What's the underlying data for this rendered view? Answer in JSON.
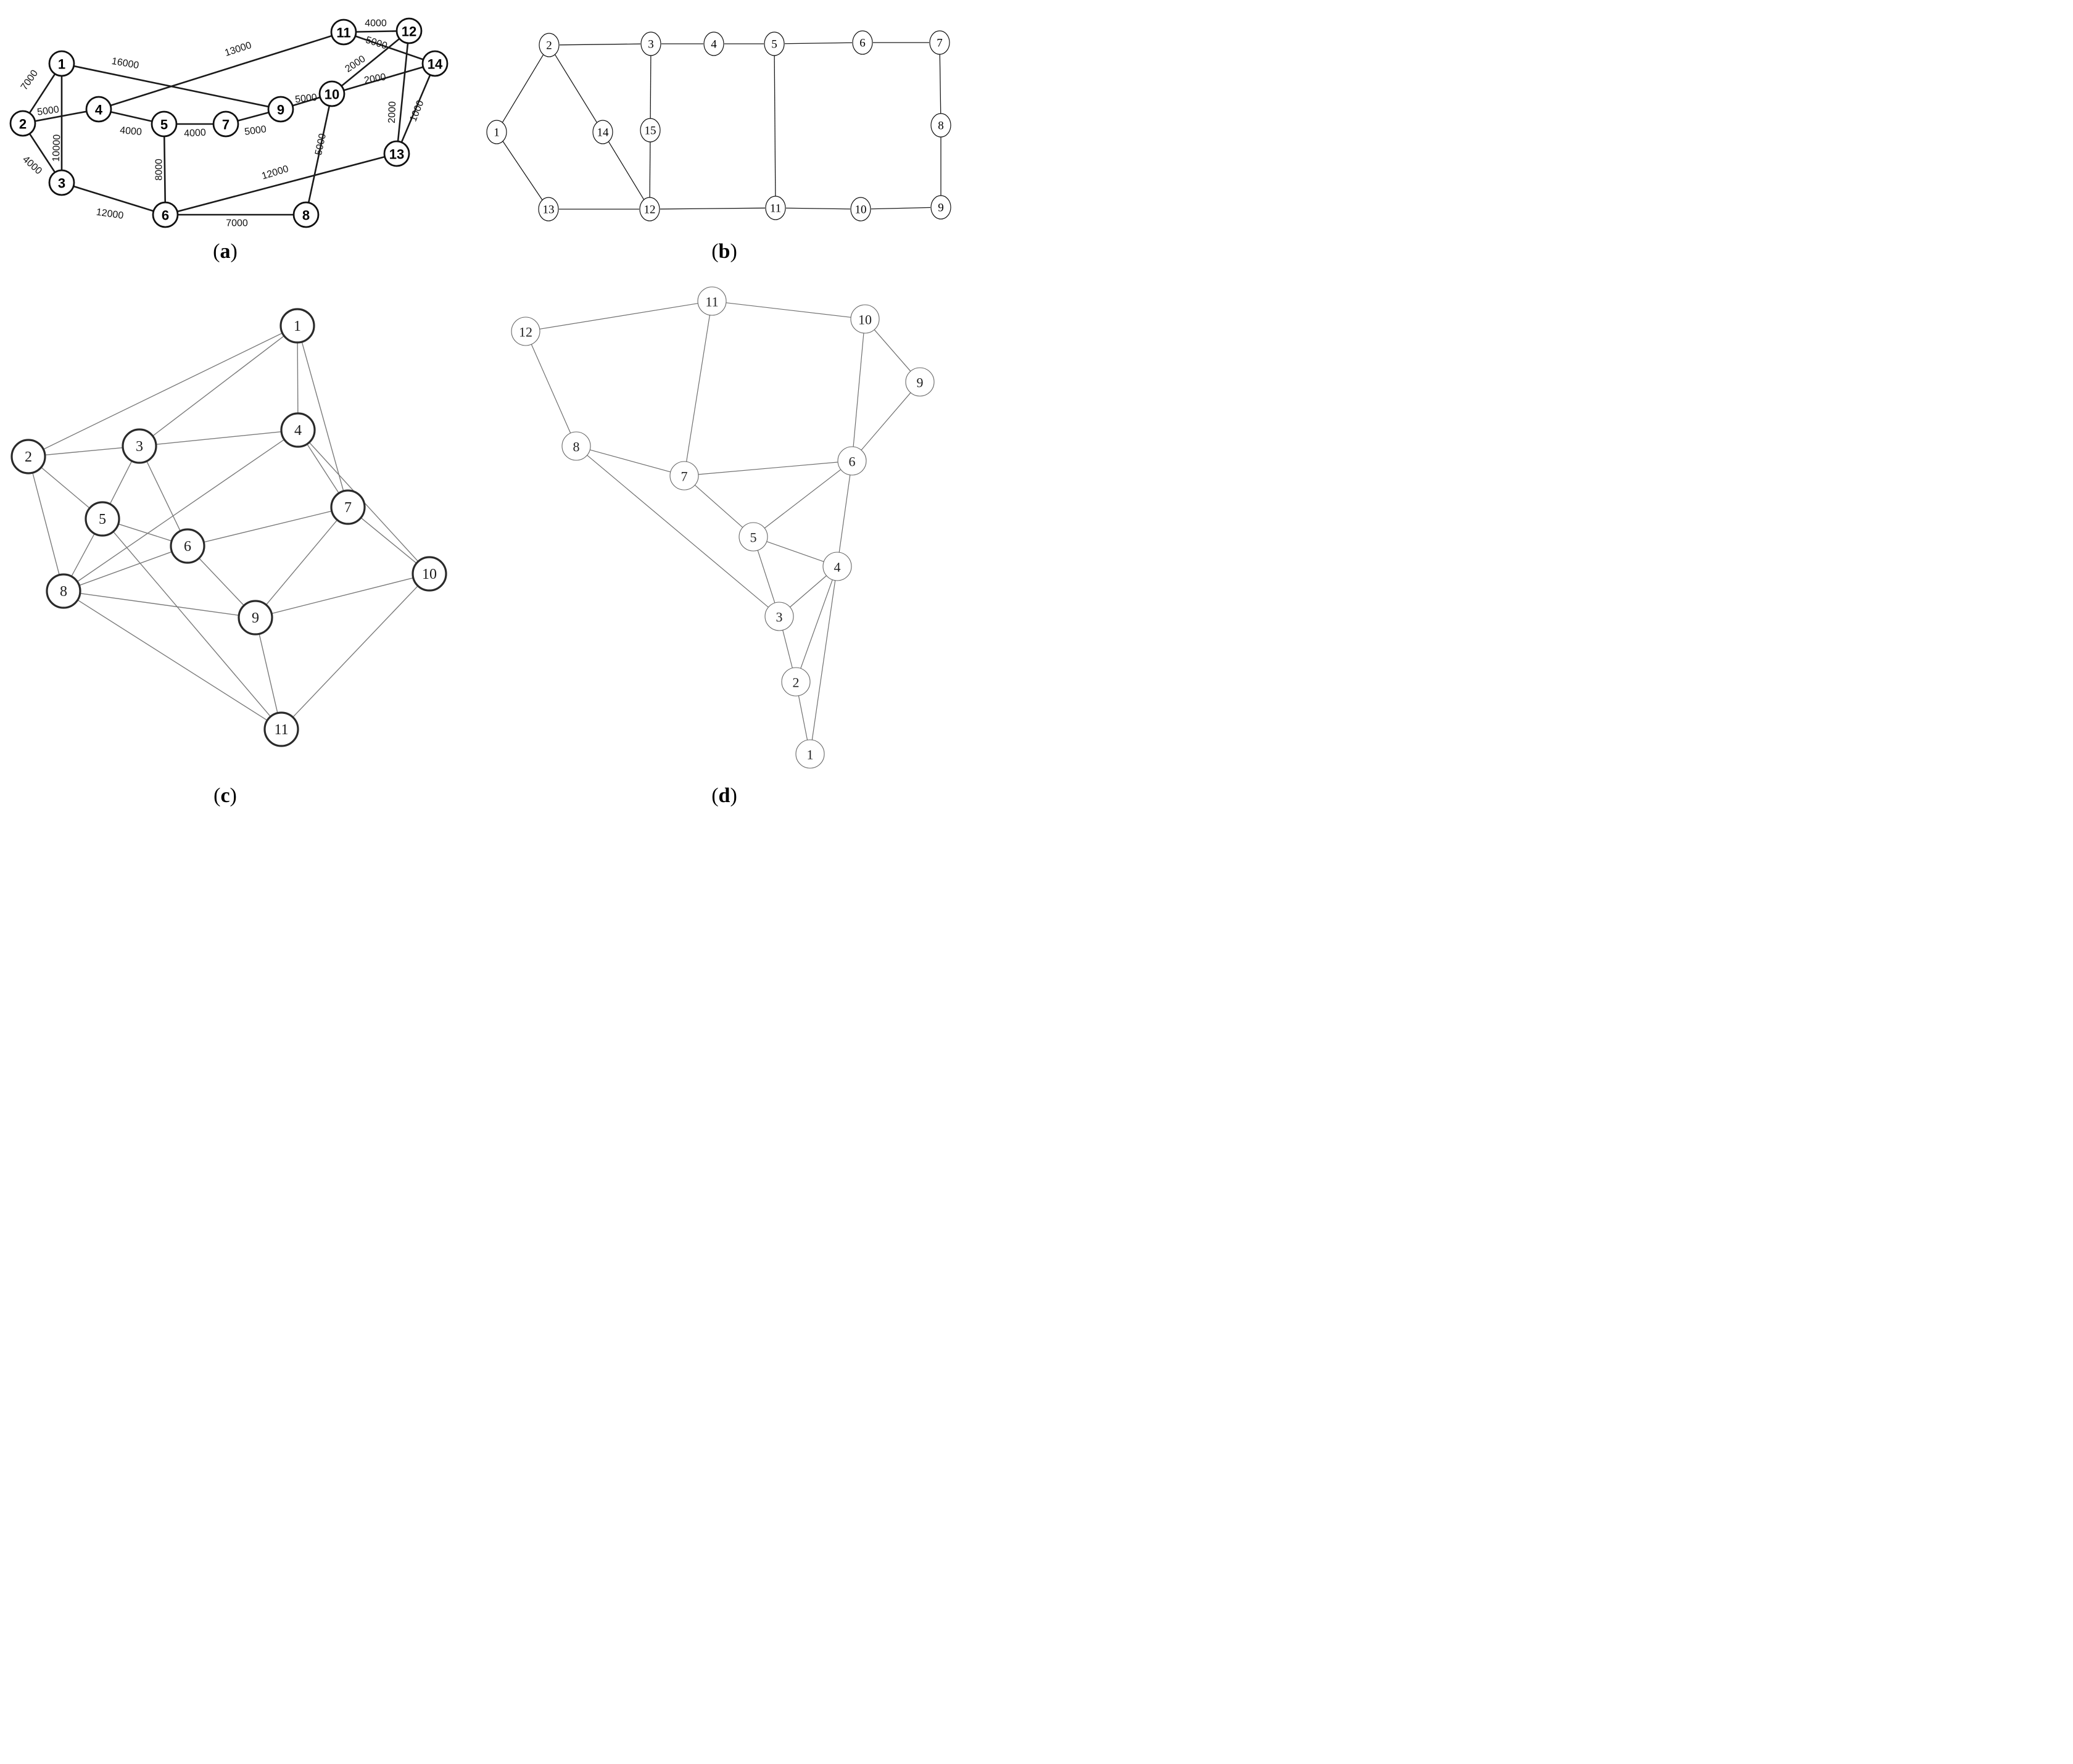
{
  "panels": [
    {
      "id": "a",
      "caption_letter": "a",
      "style": "a",
      "nodes": [
        {
          "id": "1",
          "label": "1"
        },
        {
          "id": "2",
          "label": "2"
        },
        {
          "id": "3",
          "label": "3"
        },
        {
          "id": "4",
          "label": "4"
        },
        {
          "id": "5",
          "label": "5"
        },
        {
          "id": "6",
          "label": "6"
        },
        {
          "id": "7",
          "label": "7"
        },
        {
          "id": "8",
          "label": "8"
        },
        {
          "id": "9",
          "label": "9"
        },
        {
          "id": "10",
          "label": "10"
        },
        {
          "id": "11",
          "label": "11"
        },
        {
          "id": "12",
          "label": "12"
        },
        {
          "id": "13",
          "label": "13"
        },
        {
          "id": "14",
          "label": "14"
        }
      ],
      "edges": [
        {
          "from": "1",
          "to": "2",
          "weight": "7000"
        },
        {
          "from": "1",
          "to": "3",
          "weight": "10000"
        },
        {
          "from": "1",
          "to": "9",
          "weight": "16000"
        },
        {
          "from": "2",
          "to": "4",
          "weight": "5000"
        },
        {
          "from": "2",
          "to": "3",
          "weight": "4000"
        },
        {
          "from": "3",
          "to": "6",
          "weight": "12000"
        },
        {
          "from": "4",
          "to": "5",
          "weight": "4000"
        },
        {
          "from": "4",
          "to": "11",
          "weight": "13000"
        },
        {
          "from": "5",
          "to": "7",
          "weight": "4000"
        },
        {
          "from": "5",
          "to": "6",
          "weight": "8000"
        },
        {
          "from": "7",
          "to": "9",
          "weight": "5000"
        },
        {
          "from": "6",
          "to": "8",
          "weight": "7000"
        },
        {
          "from": "6",
          "to": "13",
          "weight": "12000"
        },
        {
          "from": "9",
          "to": "10",
          "weight": "5000"
        },
        {
          "from": "10",
          "to": "8",
          "weight": "5000"
        },
        {
          "from": "10",
          "to": "12",
          "weight": "2000"
        },
        {
          "from": "10",
          "to": "14",
          "weight": "2000"
        },
        {
          "from": "11",
          "to": "12",
          "weight": "4000"
        },
        {
          "from": "11",
          "to": "14",
          "weight": "5000"
        },
        {
          "from": "12",
          "to": "13",
          "weight": "2000"
        },
        {
          "from": "14",
          "to": "13",
          "weight": "1000"
        }
      ]
    },
    {
      "id": "b",
      "caption_letter": "b",
      "style": "b",
      "nodes": [
        {
          "id": "1",
          "label": "1"
        },
        {
          "id": "2",
          "label": "2"
        },
        {
          "id": "3",
          "label": "3"
        },
        {
          "id": "4",
          "label": "4"
        },
        {
          "id": "5",
          "label": "5"
        },
        {
          "id": "6",
          "label": "6"
        },
        {
          "id": "7",
          "label": "7"
        },
        {
          "id": "8",
          "label": "8"
        },
        {
          "id": "9",
          "label": "9"
        },
        {
          "id": "10",
          "label": "10"
        },
        {
          "id": "11",
          "label": "11"
        },
        {
          "id": "12",
          "label": "12"
        },
        {
          "id": "13",
          "label": "13"
        },
        {
          "id": "14",
          "label": "14"
        },
        {
          "id": "15",
          "label": "15"
        }
      ],
      "edges": [
        {
          "from": "1",
          "to": "2"
        },
        {
          "from": "1",
          "to": "13"
        },
        {
          "from": "2",
          "to": "3"
        },
        {
          "from": "2",
          "to": "14"
        },
        {
          "from": "3",
          "to": "4"
        },
        {
          "from": "3",
          "to": "15"
        },
        {
          "from": "4",
          "to": "5"
        },
        {
          "from": "5",
          "to": "6"
        },
        {
          "from": "5",
          "to": "11"
        },
        {
          "from": "6",
          "to": "7"
        },
        {
          "from": "7",
          "to": "8"
        },
        {
          "from": "8",
          "to": "9"
        },
        {
          "from": "9",
          "to": "10"
        },
        {
          "from": "10",
          "to": "11"
        },
        {
          "from": "11",
          "to": "12"
        },
        {
          "from": "12",
          "to": "13"
        },
        {
          "from": "12",
          "to": "14"
        },
        {
          "from": "12",
          "to": "15"
        }
      ]
    },
    {
      "id": "c",
      "caption_letter": "c",
      "style": "c",
      "nodes": [
        {
          "id": "1",
          "label": "1"
        },
        {
          "id": "2",
          "label": "2"
        },
        {
          "id": "3",
          "label": "3"
        },
        {
          "id": "4",
          "label": "4"
        },
        {
          "id": "5",
          "label": "5"
        },
        {
          "id": "6",
          "label": "6"
        },
        {
          "id": "7",
          "label": "7"
        },
        {
          "id": "8",
          "label": "8"
        },
        {
          "id": "9",
          "label": "9"
        },
        {
          "id": "10",
          "label": "10"
        },
        {
          "id": "11",
          "label": "11"
        }
      ],
      "edges": [
        {
          "from": "1",
          "to": "2"
        },
        {
          "from": "1",
          "to": "3"
        },
        {
          "from": "1",
          "to": "4"
        },
        {
          "from": "1",
          "to": "7"
        },
        {
          "from": "2",
          "to": "3"
        },
        {
          "from": "2",
          "to": "5"
        },
        {
          "from": "2",
          "to": "8"
        },
        {
          "from": "3",
          "to": "4"
        },
        {
          "from": "3",
          "to": "5"
        },
        {
          "from": "3",
          "to": "6"
        },
        {
          "from": "4",
          "to": "7"
        },
        {
          "from": "4",
          "to": "8"
        },
        {
          "from": "4",
          "to": "10"
        },
        {
          "from": "5",
          "to": "6"
        },
        {
          "from": "5",
          "to": "8"
        },
        {
          "from": "5",
          "to": "11"
        },
        {
          "from": "6",
          "to": "7"
        },
        {
          "from": "6",
          "to": "8"
        },
        {
          "from": "6",
          "to": "9"
        },
        {
          "from": "7",
          "to": "9"
        },
        {
          "from": "7",
          "to": "10"
        },
        {
          "from": "8",
          "to": "9"
        },
        {
          "from": "8",
          "to": "11"
        },
        {
          "from": "9",
          "to": "10"
        },
        {
          "from": "9",
          "to": "11"
        },
        {
          "from": "10",
          "to": "11"
        }
      ]
    },
    {
      "id": "d",
      "caption_letter": "d",
      "style": "d",
      "nodes": [
        {
          "id": "1",
          "label": "1"
        },
        {
          "id": "2",
          "label": "2"
        },
        {
          "id": "3",
          "label": "3"
        },
        {
          "id": "4",
          "label": "4"
        },
        {
          "id": "5",
          "label": "5"
        },
        {
          "id": "6",
          "label": "6"
        },
        {
          "id": "7",
          "label": "7"
        },
        {
          "id": "8",
          "label": "8"
        },
        {
          "id": "9",
          "label": "9"
        },
        {
          "id": "10",
          "label": "10"
        },
        {
          "id": "11",
          "label": "11"
        },
        {
          "id": "12",
          "label": "12"
        }
      ],
      "edges": [
        {
          "from": "1",
          "to": "2"
        },
        {
          "from": "1",
          "to": "4"
        },
        {
          "from": "2",
          "to": "3"
        },
        {
          "from": "2",
          "to": "4"
        },
        {
          "from": "3",
          "to": "4"
        },
        {
          "from": "3",
          "to": "5"
        },
        {
          "from": "3",
          "to": "8"
        },
        {
          "from": "4",
          "to": "5"
        },
        {
          "from": "4",
          "to": "6"
        },
        {
          "from": "5",
          "to": "6"
        },
        {
          "from": "5",
          "to": "7"
        },
        {
          "from": "6",
          "to": "7"
        },
        {
          "from": "6",
          "to": "9"
        },
        {
          "from": "6",
          "to": "10"
        },
        {
          "from": "7",
          "to": "8"
        },
        {
          "from": "7",
          "to": "11"
        },
        {
          "from": "8",
          "to": "12"
        },
        {
          "from": "9",
          "to": "10"
        },
        {
          "from": "10",
          "to": "11"
        },
        {
          "from": "11",
          "to": "12"
        }
      ]
    }
  ]
}
